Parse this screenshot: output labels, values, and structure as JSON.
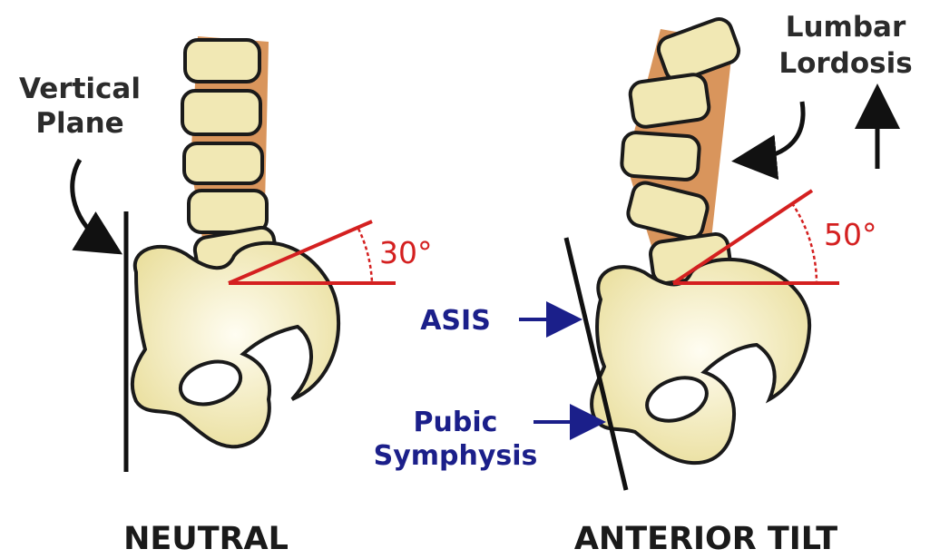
{
  "labels": {
    "vertical_plane": [
      "Vertical",
      "Plane"
    ],
    "lumbar_lordosis": [
      "Lumbar",
      "Lordosis"
    ],
    "asis": "ASIS",
    "pubic_symphysis": [
      "Pubic",
      "Symphysis"
    ]
  },
  "angles": {
    "neutral": "30°",
    "anterior_tilt": "50°"
  },
  "panels": {
    "neutral": "NEUTRAL",
    "anterior_tilt": "ANTERIOR TILT"
  },
  "colors": {
    "bone": "#f1e8b4",
    "bone_outline": "#1a1a1a",
    "disc": "#d9955c",
    "angle_line": "#d42020",
    "label_blue": "#1b1f8a",
    "label_dark": "#2b2b2b"
  }
}
